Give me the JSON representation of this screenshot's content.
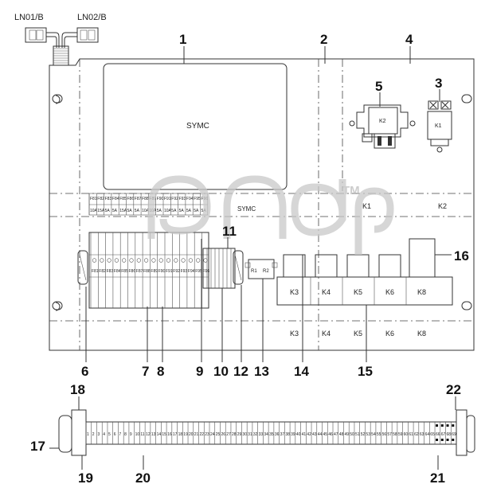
{
  "connectors": {
    "left": "LN01/B",
    "right": "LN02/B"
  },
  "panel": {
    "controller_label": "SYMC",
    "fuse_row_label": "SYMC",
    "relay_k1": "K1",
    "relay_k2": "K2",
    "header_k1": "K1",
    "header_k2": "K2",
    "relays_top": [
      "K3",
      "K4",
      "K5",
      "K6",
      "K8"
    ],
    "relays_bottom": [
      "K3",
      "K4",
      "K5",
      "K6",
      "K8"
    ],
    "resistors": [
      "R1",
      "R2"
    ]
  },
  "fuse_labels": [
    "F81",
    "F82",
    "F83",
    "F84",
    "F85",
    "F86",
    "F87",
    "F88",
    "F89",
    "F90",
    "F91",
    "F92",
    "F93",
    "F94",
    "F95",
    "F96"
  ],
  "fuse_ratings": [
    "10A",
    "15A",
    "5A",
    "5A",
    "15A",
    "5A",
    "5A",
    "10A",
    "10A",
    "5A",
    "10A",
    "5A",
    "5A",
    "5A",
    "5A",
    "5A"
  ],
  "callouts": {
    "c1": "1",
    "c2": "2",
    "c3": "3",
    "c4": "4",
    "c5": "5",
    "c6": "6",
    "c7": "7",
    "c8": "8",
    "c9": "9",
    "c10": "10",
    "c11": "11",
    "c12": "12",
    "c13": "13",
    "c14": "14",
    "c15": "15",
    "c16": "16",
    "c17": "17",
    "c18": "18",
    "c19": "19",
    "c20": "20",
    "c21": "21",
    "c22": "22"
  },
  "terminal_numbers": [
    "1",
    "2",
    "3",
    "4",
    "5",
    "6",
    "7",
    "8",
    "9",
    "10",
    "11",
    "12",
    "13",
    "14",
    "15",
    "16",
    "17",
    "18",
    "19",
    "20",
    "21",
    "22",
    "23",
    "24",
    "25",
    "26",
    "27",
    "28",
    "29",
    "30",
    "31",
    "32",
    "33",
    "34",
    "35",
    "36",
    "37",
    "38",
    "39",
    "40",
    "41",
    "42",
    "43",
    "44",
    "45",
    "46",
    "47",
    "48",
    "49",
    "50",
    "51",
    "52",
    "53",
    "54",
    "55",
    "56",
    "57",
    "58",
    "59",
    "60",
    "61",
    "62",
    "63",
    "64",
    "65",
    "66",
    "67",
    "68",
    "69"
  ],
  "watermark": {
    "trademark": "TM"
  }
}
